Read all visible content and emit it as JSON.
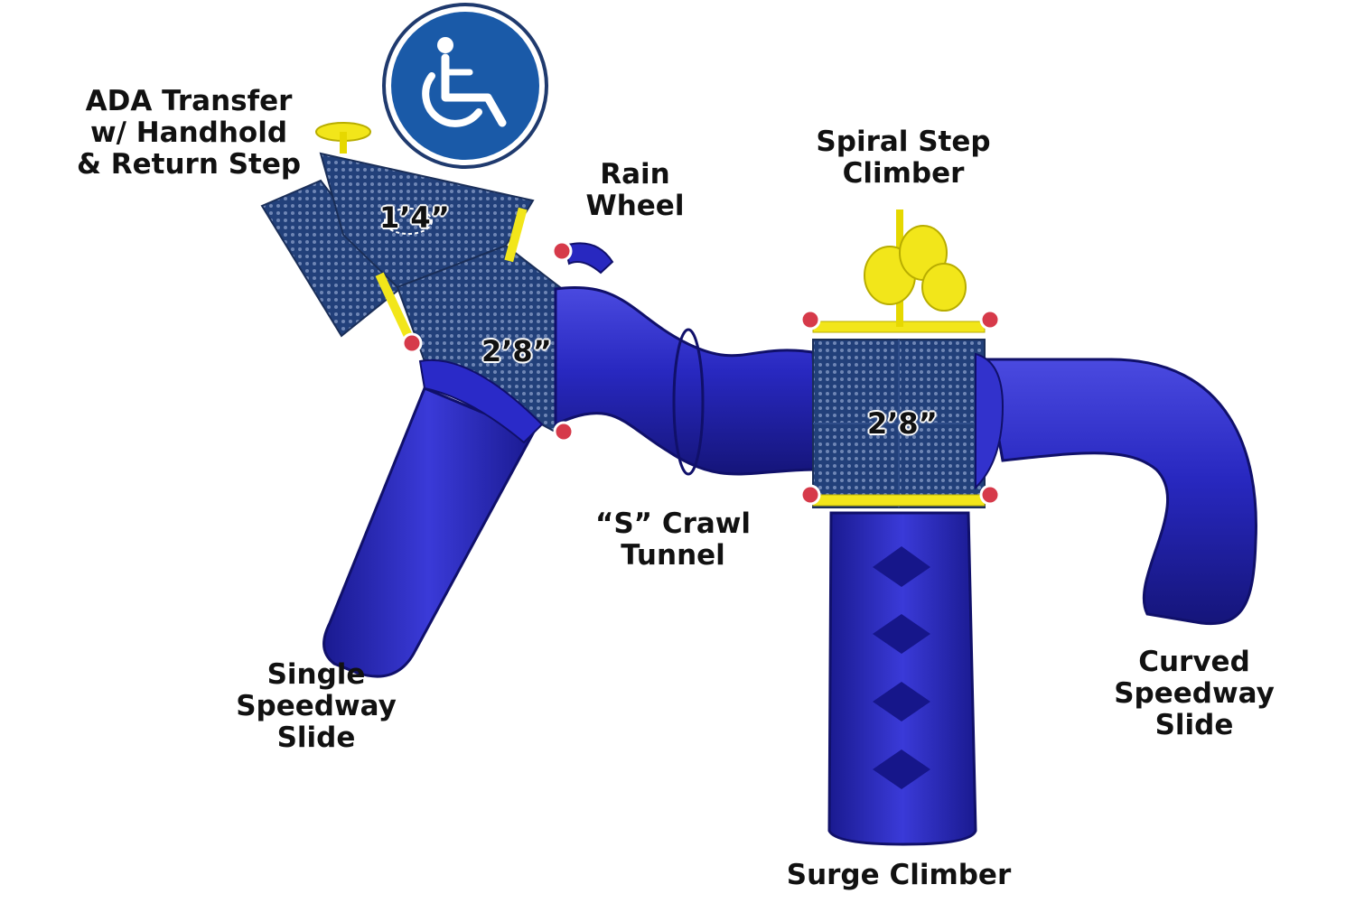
{
  "labels": {
    "ada_transfer": [
      "ADA Transfer",
      "w/ Handhold",
      "& Return Step"
    ],
    "rain_wheel": [
      "Rain",
      "Wheel"
    ],
    "spiral_step_climber": [
      "Spiral Step",
      "Climber"
    ],
    "crawl_tunnel": [
      "“S” Crawl",
      "Tunnel"
    ],
    "single_speedway_slide": [
      "Single",
      "Speedway",
      "Slide"
    ],
    "curved_speedway_slide": [
      "Curved",
      "Speedway",
      "Slide"
    ],
    "surge_climber": "Surge Climber"
  },
  "dimensions": {
    "transfer_step_height": "1’4”",
    "left_deck_height": "2’8”",
    "right_deck_height": "2’8”"
  },
  "icons": {
    "accessibility": "wheelchair-accessibility-icon"
  },
  "colors": {
    "slide_blue": "#2424b8",
    "deck_navy": "#1f3a6e",
    "accent_yellow": "#f2e61a",
    "post_red": "#d63a4a",
    "ada_blue": "#1a5aa8"
  }
}
